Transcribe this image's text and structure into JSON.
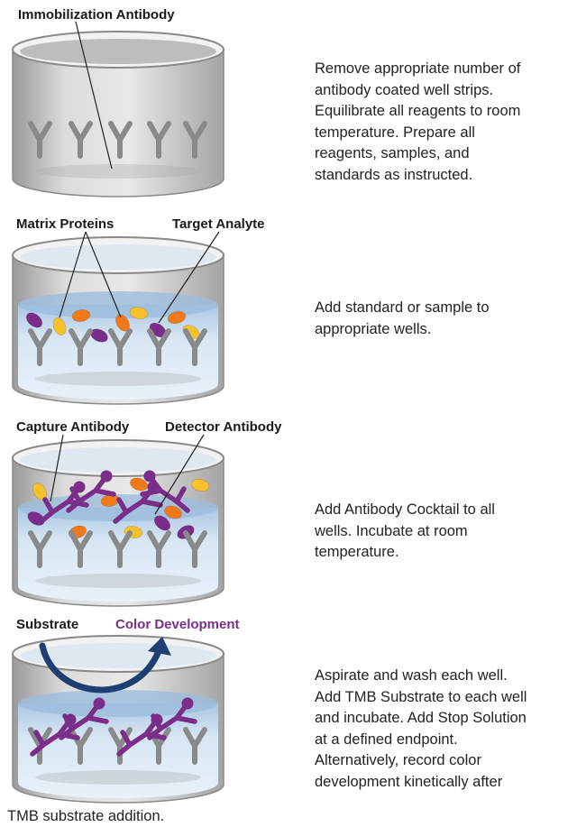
{
  "colors": {
    "antibody_gray": "#8a8a8a",
    "antibody_purple": "#7b2d8a",
    "analyte_orange": "#f07a1a",
    "analyte_yellow": "#f6c12c",
    "liquid_blue": "#cfe0f0",
    "arrow_navy": "#1f3f73",
    "label_purple": "#7b2d8a"
  },
  "steps": [
    {
      "labels": [
        "Immobilization Antibody"
      ],
      "lines": [
        "Remove appropriate number of",
        "antibody coated well strips.",
        "Equilibrate all reagents to room",
        "temperature.  Prepare all",
        "reagents, samples, and",
        "standards as instructed."
      ]
    },
    {
      "labels": [
        "Matrix Proteins",
        "Target Analyte"
      ],
      "lines": [
        "Add standard or sample to",
        "appropriate wells."
      ]
    },
    {
      "labels": [
        "Capture Antibody",
        "Detector Antibody"
      ],
      "lines": [
        "Add Antibody Cocktail to all",
        "wells. Incubate at room",
        "temperature."
      ]
    },
    {
      "labels": [
        "Substrate",
        "Color Development"
      ],
      "lines": [
        "Aspirate and wash each well.",
        "Add TMB Substrate to each well",
        "and incubate. Add Stop Solution",
        "at a defined endpoint.",
        "Alternatively, record color",
        "development kinetically after"
      ]
    }
  ],
  "footer_text": "TMB substrate addition."
}
